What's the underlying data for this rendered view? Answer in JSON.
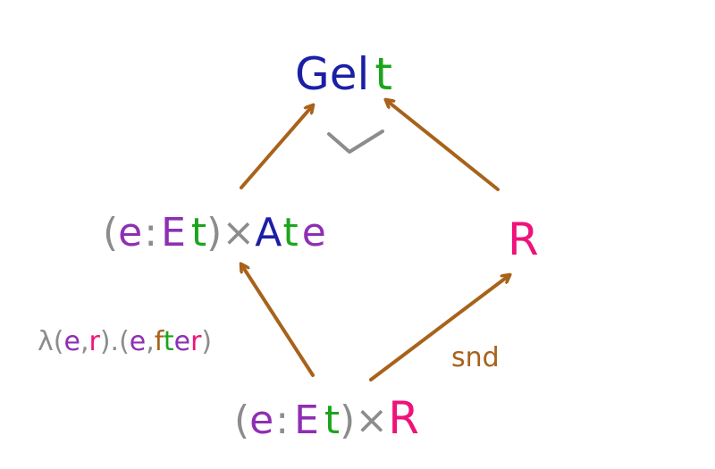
{
  "colors": {
    "gray": "#8c8c8c",
    "purple": "#8e2fb3",
    "green": "#1ca51c",
    "blue": "#1b1fa6",
    "pink": "#ee137a",
    "brown": "#a8621a"
  },
  "nodes": {
    "top": {
      "g": "Gel",
      "t": "t"
    },
    "left": {
      "open": "(",
      "e": "e",
      "colon": ":",
      "E": "E",
      "t": "t",
      "close": ")",
      "times": "×",
      "A": "A",
      "t2": "t",
      "e2": "e"
    },
    "right": {
      "R": "R"
    },
    "bottom": {
      "open": "(",
      "e": "e",
      "colon": ":",
      "E": "E",
      "t": "t",
      "close": ")",
      "times": "×",
      "R": "R"
    }
  },
  "labels": {
    "lambda": {
      "lam": "λ(",
      "e": "e",
      "comma": ",",
      "r": "r",
      "mid": ").(",
      "e2": "e",
      "comma2": ",",
      "f": "f",
      "t": "t",
      "e3": "e",
      "r2": "r",
      "close": ")"
    },
    "snd": "snd"
  },
  "pullback_mark": "✓"
}
